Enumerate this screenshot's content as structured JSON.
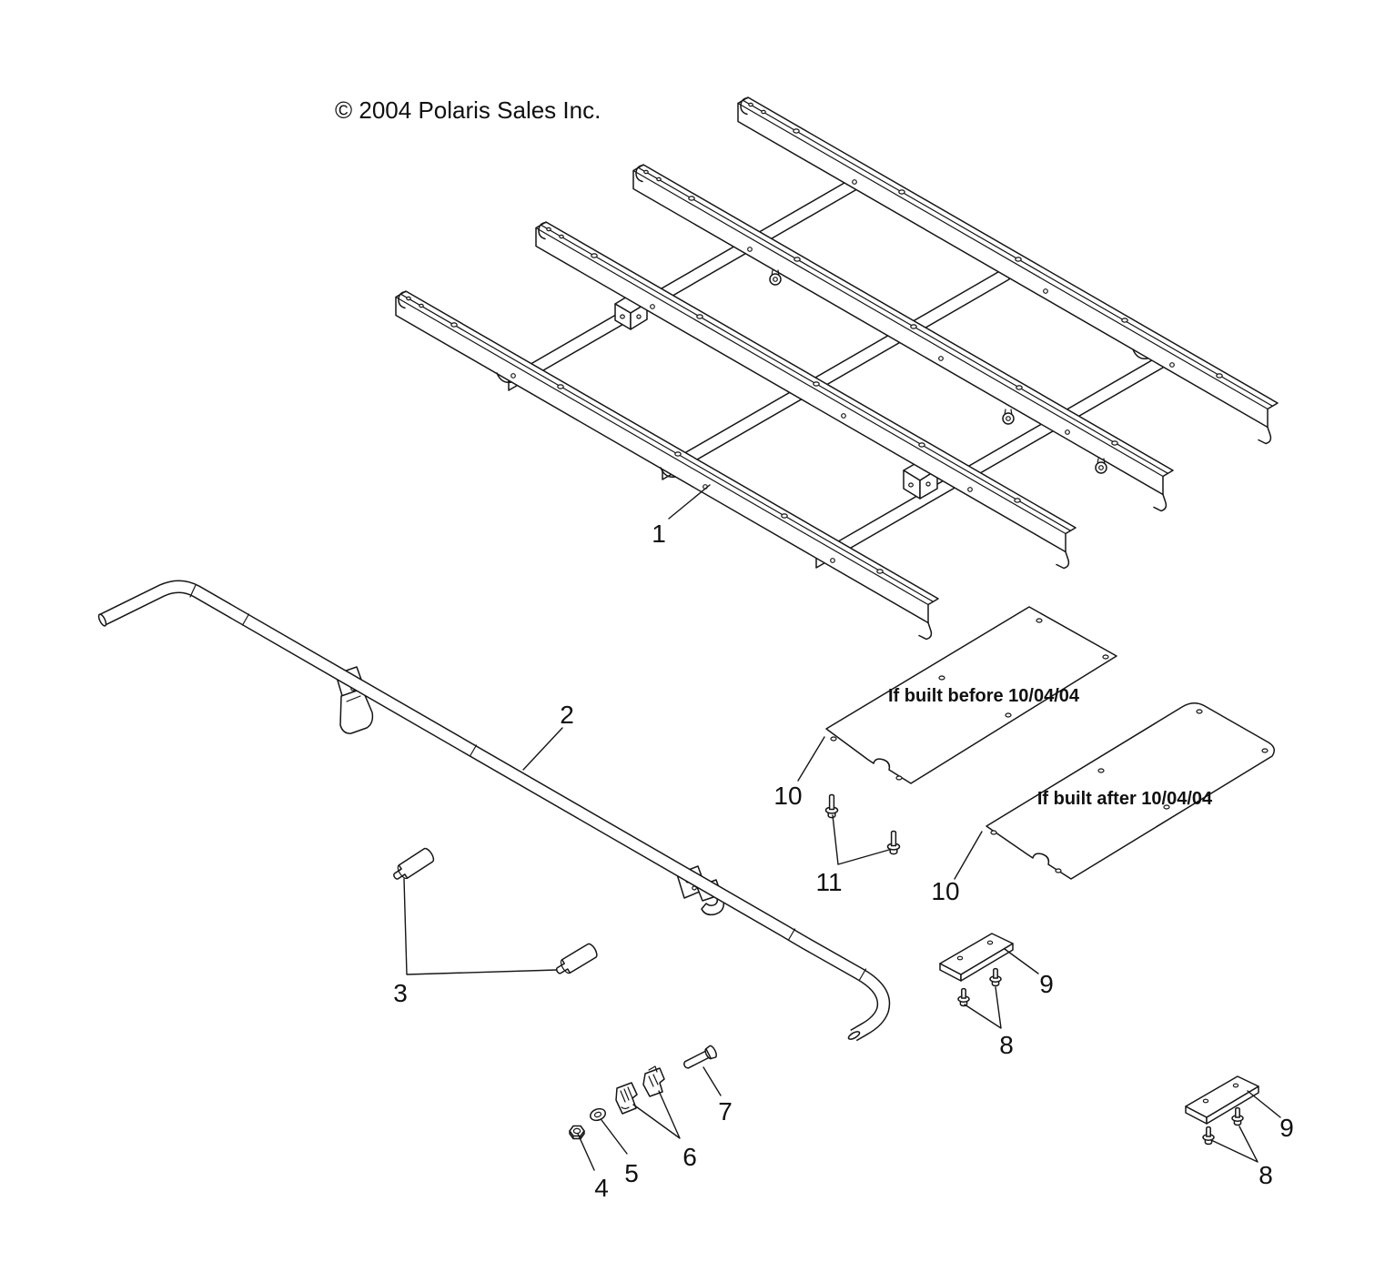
{
  "page": {
    "background": "#ffffff",
    "line_color": "#161616"
  },
  "copyright": "© 2004 Polaris Sales Inc.",
  "annotations": {
    "built_before": "If built before 10/04/04",
    "built_after": "If built after 10/04/04"
  },
  "callouts": {
    "part1": "1",
    "part2": "2",
    "part3": "3",
    "part4": "4",
    "part5": "5",
    "part6": "6",
    "part7": "7",
    "part8": "8",
    "part9": "9",
    "part10": "10",
    "part11": "11"
  }
}
